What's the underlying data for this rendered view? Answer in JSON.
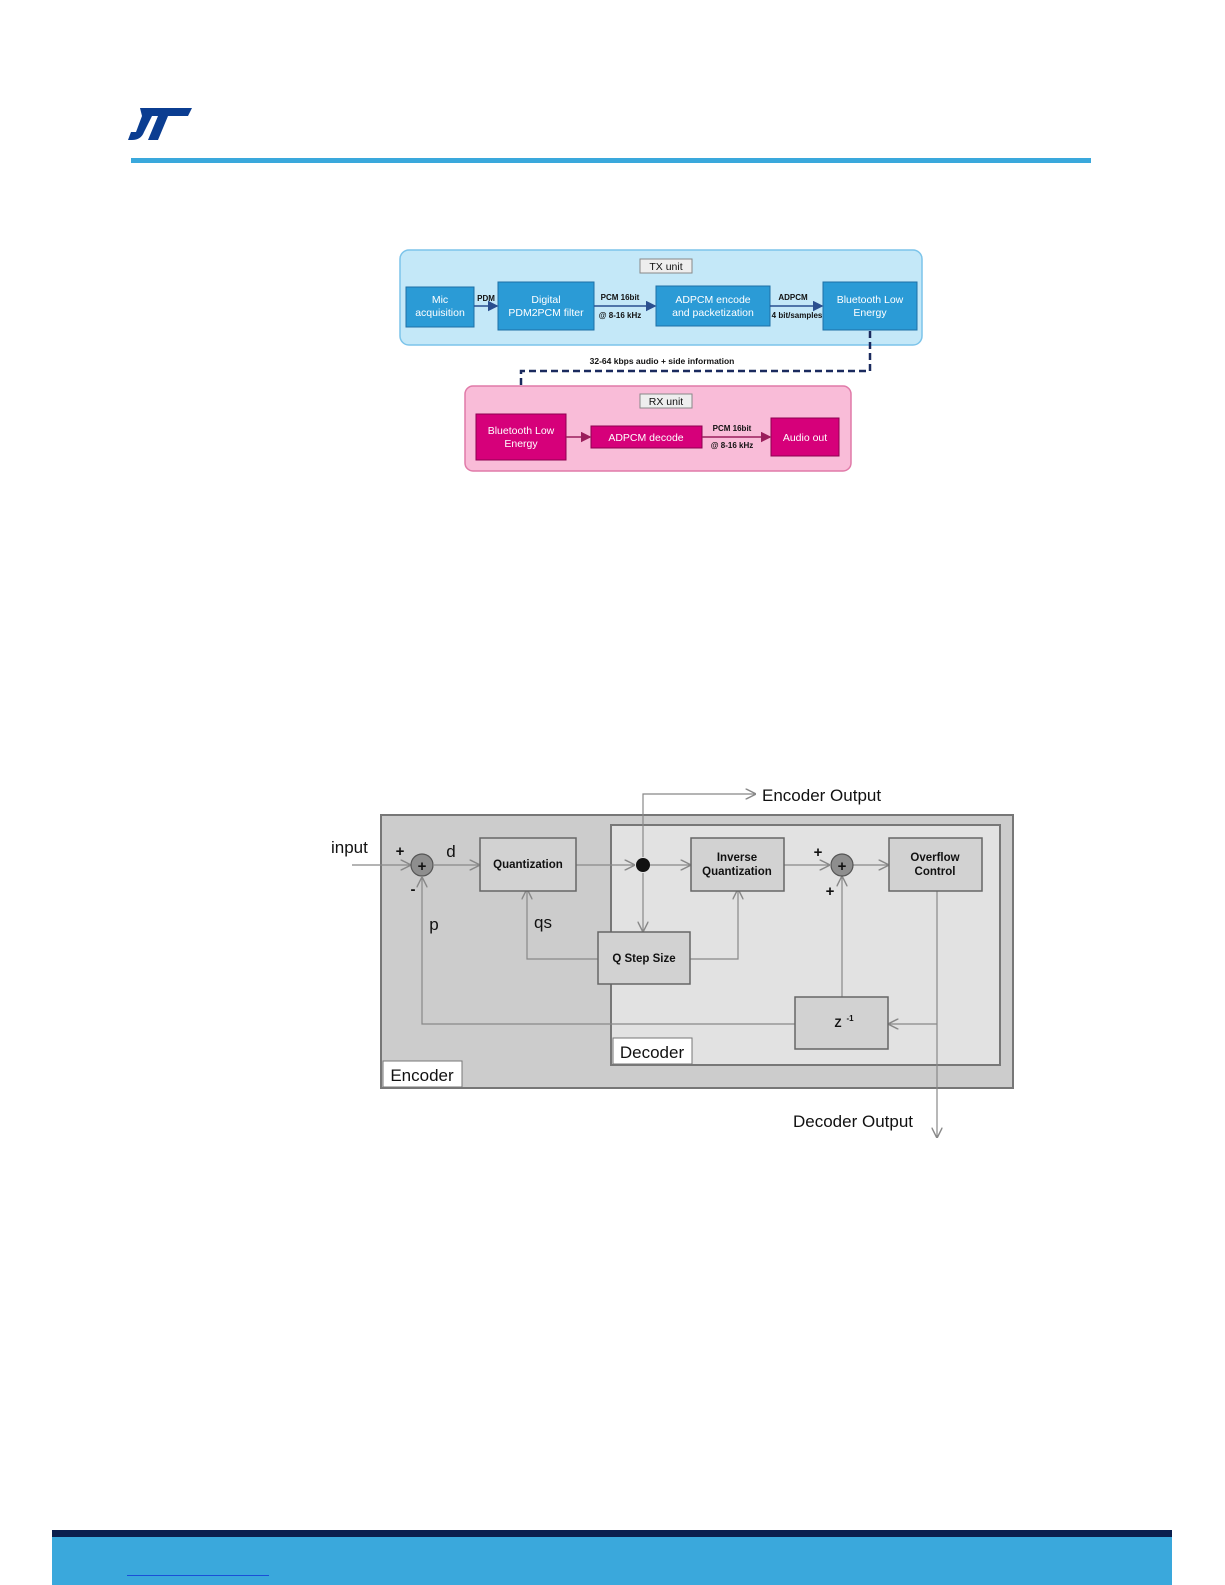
{
  "brand": {
    "logo": "ST",
    "logo_color": "#0b3d91",
    "accent": "#3aa8dc"
  },
  "tx_rx": {
    "tx_unit_label": "TX unit",
    "rx_unit_label": "RX unit",
    "tx_blocks": [
      {
        "line1": "Mic",
        "line2": "acquisition"
      },
      {
        "line1": "Digital",
        "line2": "PDM2PCM filter"
      },
      {
        "line1": "ADPCM encode",
        "line2": "and packetization"
      },
      {
        "line1": "Bluetooth Low",
        "line2": "Energy"
      }
    ],
    "tx_arrow_labels": {
      "pdm": "PDM",
      "pcm_top": "PCM 16bit",
      "pcm_bottom": "@ 8-16 kHz",
      "adpcm_top": "ADPCM",
      "adpcm_bottom": "4 bit/samples"
    },
    "link_label": "32-64 kbps audio + side information",
    "rx_blocks": [
      {
        "line1": "Bluetooth Low",
        "line2": "Energy"
      },
      {
        "line1": "ADPCM decode",
        "line2": ""
      },
      {
        "line1": "Audio out",
        "line2": ""
      }
    ],
    "rx_arrow_labels": {
      "pcm_top": "PCM 16bit",
      "pcm_bottom": "@ 8-16 kHz"
    },
    "colors": {
      "tx_panel": "#c4e8f8",
      "tx_block": "#2b9bd6",
      "rx_panel": "#f9bcd8",
      "rx_block": "#d6007a",
      "link": "#1a2a5e"
    }
  },
  "codec": {
    "input_label": "input",
    "encoder_output_label": "Encoder Output",
    "decoder_output_label": "Decoder Output",
    "encoder_label": "Encoder",
    "decoder_label": "Decoder",
    "blocks": {
      "quantization": "Quantization",
      "inverse_line1": "Inverse",
      "inverse_line2": "Quantization",
      "overflow_line1": "Overflow",
      "overflow_line2": "Control",
      "qstep": "Q Step Size",
      "delay": "Z",
      "delay_sup": "-1"
    },
    "signals": {
      "d": "d",
      "p": "p",
      "qs": "qs",
      "plus": "+",
      "minus": "-",
      "sum": "+"
    }
  }
}
